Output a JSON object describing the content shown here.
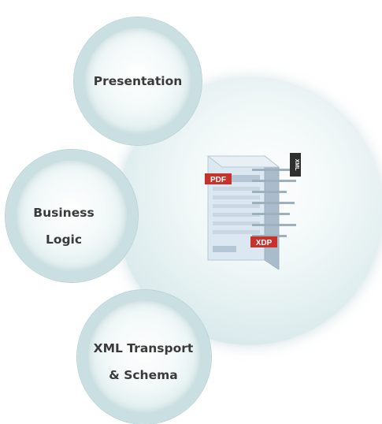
{
  "diagram": {
    "circles": [
      {
        "id": "presentation",
        "lines": [
          "Presentation"
        ]
      },
      {
        "id": "business-logic",
        "lines": [
          "Business",
          "Logic"
        ]
      },
      {
        "id": "xml-transport",
        "lines": [
          "XML Transport",
          "& Schema"
        ]
      }
    ],
    "graphic": {
      "pdf_badge": "PDF",
      "xdp_badge": "XDP",
      "xml_tag": "XML"
    }
  }
}
